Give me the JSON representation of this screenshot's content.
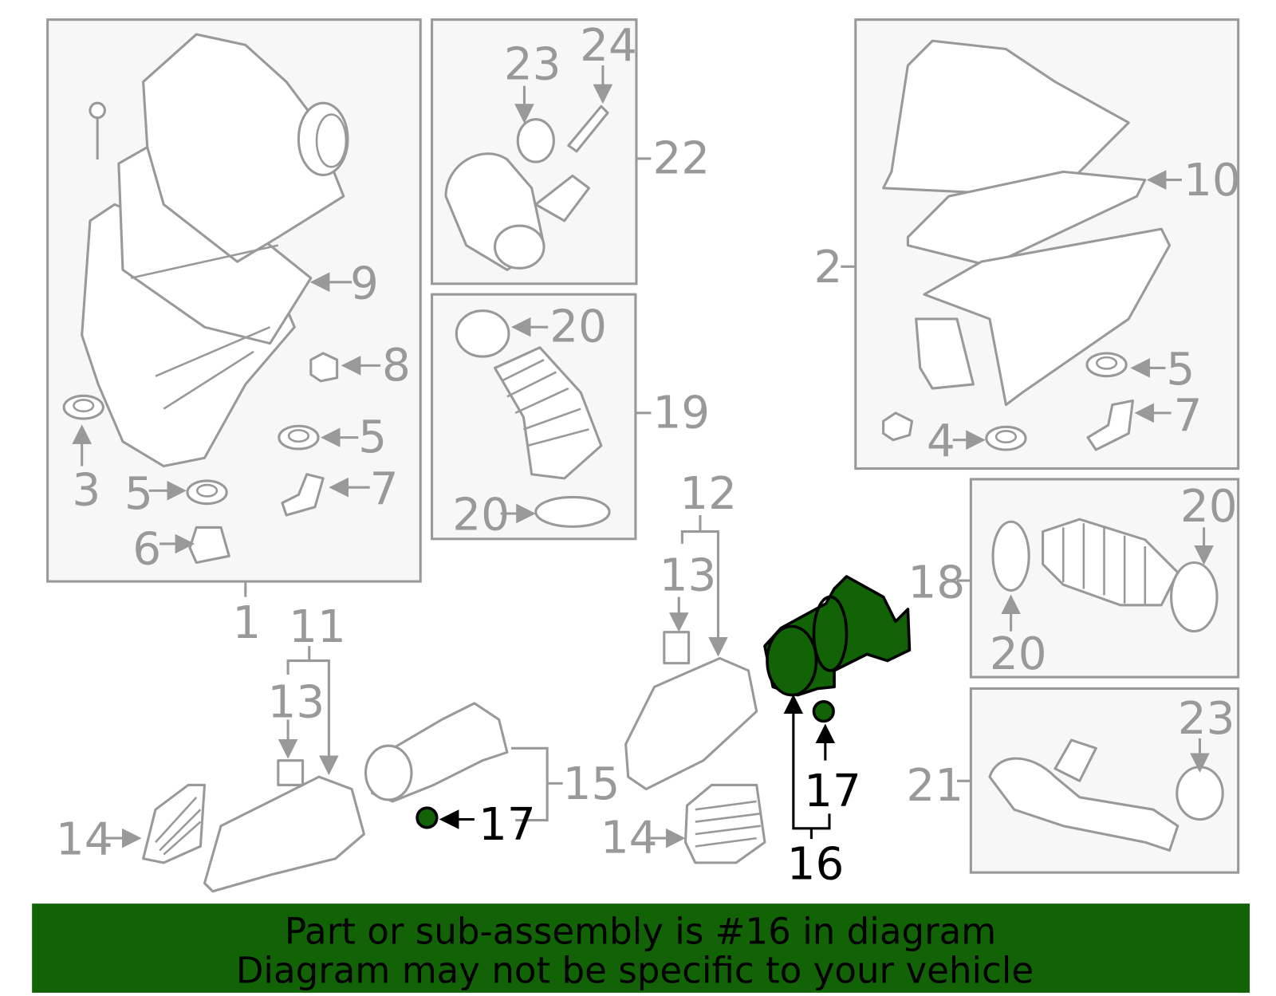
{
  "colors": {
    "highlight": "#116306",
    "line": "#999999",
    "panel": "#f7f7f7"
  },
  "highlighted_part": "16",
  "callouts": {
    "c1": "1",
    "c2": "2",
    "c3": "3",
    "c4": "4",
    "c5a": "5",
    "c5b": "5",
    "c5c": "5",
    "c6": "6",
    "c7a": "7",
    "c7b": "7",
    "c8": "8",
    "c9": "9",
    "c10": "10",
    "c11": "11",
    "c12": "12",
    "c13a": "13",
    "c13b": "13",
    "c14a": "14",
    "c14b": "14",
    "c15": "15",
    "c16": "16",
    "c17a": "17",
    "c17b": "17",
    "c18": "18",
    "c19": "19",
    "c20a": "20",
    "c20b": "20",
    "c20c": "20",
    "c20d": "20",
    "c21": "21",
    "c22": "22",
    "c23a": "23",
    "c23b": "23",
    "c24": "24"
  },
  "banner": {
    "line1": "Part or sub-assembly is #16 in diagram",
    "line2": "Diagram may not be specific to your vehicle"
  }
}
